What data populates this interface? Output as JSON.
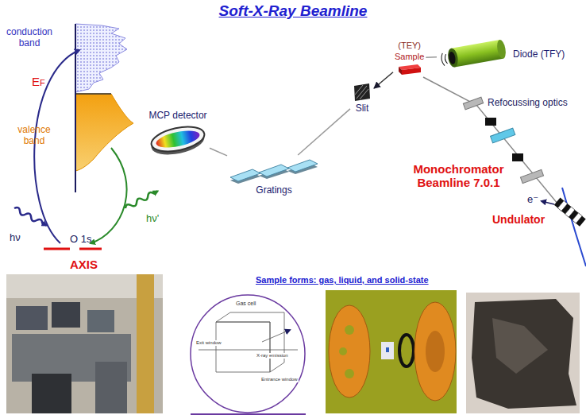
{
  "diagram": {
    "title": "Soft-X-Ray Beamline",
    "nodes": [
      {
        "text": [
          "MCP detector"
        ]
      },
      {
        "text": [
          "Gratings"
        ]
      },
      {
        "text": [
          "Slit"
        ]
      },
      {
        "text": [
          "(TEY)",
          "Sample"
        ]
      },
      {
        "text": [
          "Diode (TFY)"
        ]
      }
    ],
    "edges": [
      {
        "from": 3,
        "to": 2,
        "arrow": "to"
      },
      {
        "from": 2,
        "to": 1,
        "arrow": "none"
      },
      {
        "from": 1,
        "to": 0,
        "arrow": "none"
      },
      {
        "from": 3,
        "to": 4,
        "arrow": "none"
      }
    ],
    "labels": [
      "conduction band",
      "EF",
      "valence band",
      "hν",
      "O 1s",
      "AXIS",
      "hν'",
      "Refocussing optics",
      "Monochromator Beamline 7.0.1",
      "e⁻",
      "Undulator",
      "Sample forms: gas, liquid, and solid-state",
      "Gas cell",
      "Exit window",
      "X-ray emission",
      "Entrance window"
    ]
  }
}
